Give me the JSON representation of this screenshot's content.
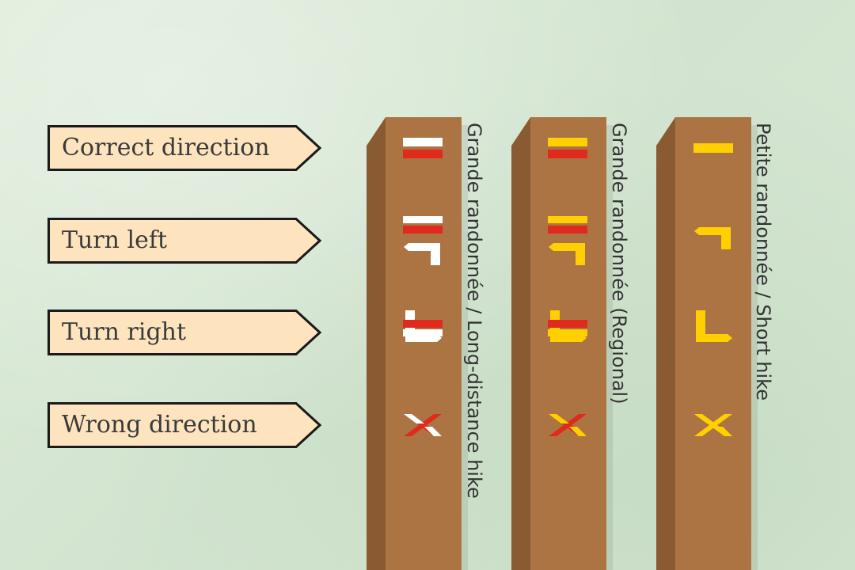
{
  "legend": {
    "items": [
      {
        "label": "Correct direction"
      },
      {
        "label": "Turn left"
      },
      {
        "label": "Turn right"
      },
      {
        "label": "Wrong direction"
      }
    ]
  },
  "posts": [
    {
      "label": "Grande randonnée / Long-distance hike",
      "primary_color": "#ffffff",
      "secondary_color": "#e02a1e"
    },
    {
      "label": "Grande randonnée (Regional)",
      "primary_color": "#ffd000",
      "secondary_color": "#e02a1e"
    },
    {
      "label": "Petite randonnée / Short hike",
      "primary_color": "#ffd000",
      "secondary_color": "#ffd000"
    }
  ],
  "colors": {
    "post_front": "#ad7443",
    "post_side": "#8a5a33",
    "sign_fill": "#fde4bf",
    "sign_stroke": "#1a1a1a"
  },
  "marks": [
    "correct-direction-mark",
    "turn-left-mark",
    "turn-right-mark",
    "wrong-direction-mark"
  ]
}
